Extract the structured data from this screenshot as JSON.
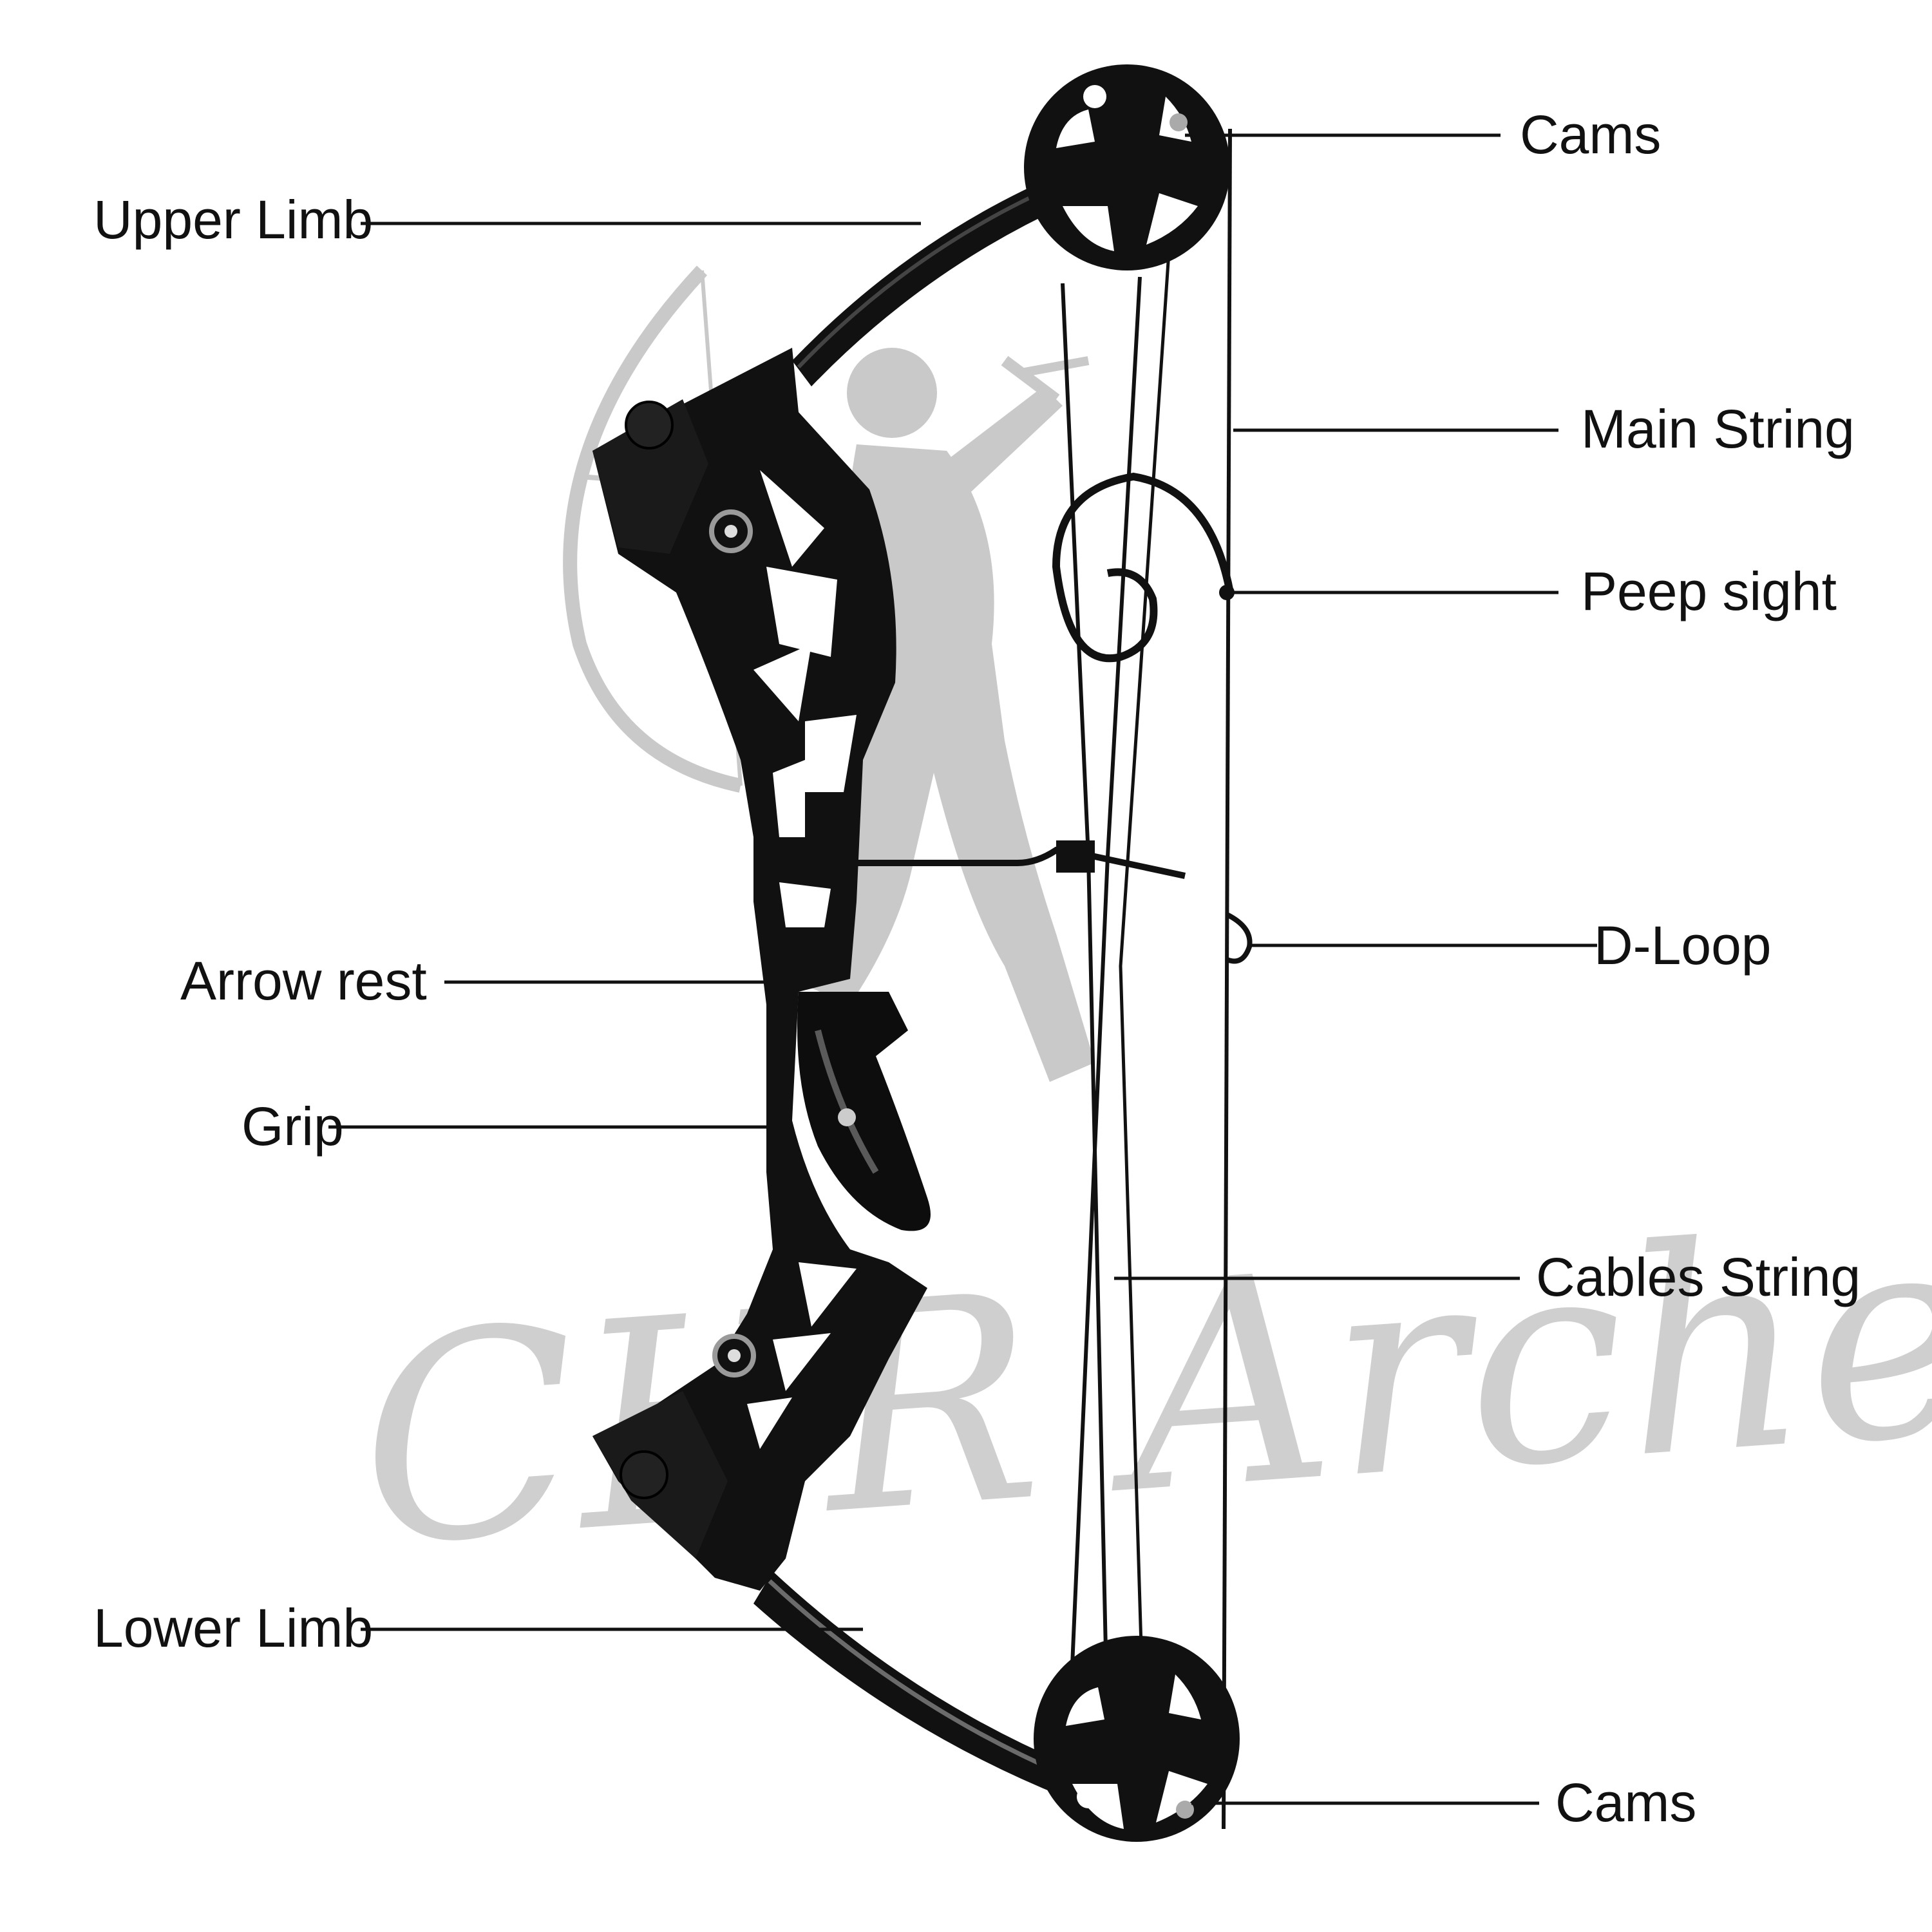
{
  "labels": {
    "cams_top": "Cams",
    "upper_limb": "Upper Limb",
    "main_string": "Main String",
    "peep_sight": "Peep sight",
    "d_loop": "D-Loop",
    "arrow_rest": "Arrow rest",
    "grip": "Grip",
    "cables_string": "Cables String",
    "lower_limb": "Lower Limb",
    "cams_bottom": "Cams"
  },
  "watermark": {
    "text": "CHR Archery"
  },
  "colors": {
    "bow": "#111111",
    "bow_highlight": "#3a3a3a",
    "watermark": "#cfcfcf",
    "label": "#111111"
  }
}
